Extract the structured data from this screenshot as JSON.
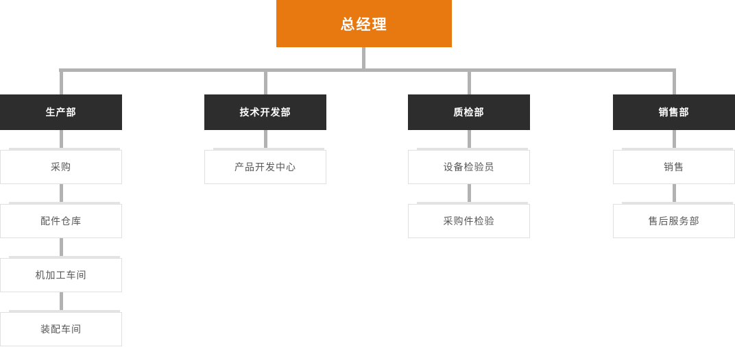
{
  "colors": {
    "root_bg": "#e87810",
    "root_text": "#ffffff",
    "department_bg": "#2d2d2d",
    "department_text": "#ffffff",
    "connector": "#b2b2b2",
    "leaf_bg": "#ffffff",
    "leaf_border": "#e0e0e0",
    "leaf_text": "#565656",
    "page_background": "#ffffff"
  },
  "org_chart": {
    "root": {
      "label": "总经理"
    },
    "departments": [
      {
        "label": "生产部",
        "children": [
          {
            "label": "采购"
          },
          {
            "label": "配件仓库"
          },
          {
            "label": "机加工车间"
          },
          {
            "label": "装配车间"
          }
        ]
      },
      {
        "label": "技术开发部",
        "children": [
          {
            "label": "产品开发中心"
          }
        ]
      },
      {
        "label": "质检部",
        "children": [
          {
            "label": "设备检验员"
          },
          {
            "label": "采购件检验"
          }
        ]
      },
      {
        "label": "销售部",
        "children": [
          {
            "label": "销售"
          },
          {
            "label": "售后服务部"
          }
        ]
      }
    ]
  }
}
